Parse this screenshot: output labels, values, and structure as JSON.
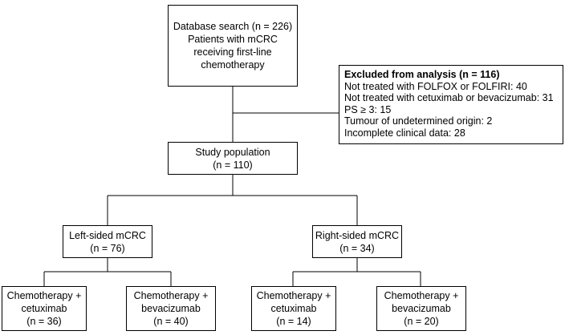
{
  "database": {
    "lines": [
      "Database search (n = 226)",
      "Patients with mCRC",
      "receiving first-line",
      "chemotherapy"
    ]
  },
  "excluded": {
    "title": "Excluded from analysis (n = 116)",
    "items": [
      "Not treated with FOLFOX or FOLFIRI: 40",
      "Not treated with cetuximab or bevacizumab: 31",
      "PS ≥ 3: 15",
      "Tumour of undetermined origin: 2",
      "Incomplete clinical data:  28"
    ]
  },
  "study": {
    "lines": [
      "Study population",
      "(n = 110)"
    ]
  },
  "left": {
    "lines": [
      "Left-sided mCRC",
      "(n = 76)"
    ]
  },
  "right": {
    "lines": [
      "Right-sided mCRC",
      "(n = 34)"
    ]
  },
  "leaves": [
    {
      "lines": [
        "Chemotherapy +",
        "cetuximab",
        "(n = 36)"
      ]
    },
    {
      "lines": [
        "Chemotherapy +",
        "bevacizumab",
        "(n = 40)"
      ]
    },
    {
      "lines": [
        "Chemotherapy +",
        "cetuximab",
        "(n = 14)"
      ]
    },
    {
      "lines": [
        "Chemotherapy +",
        "bevacizumab",
        "(n = 20)"
      ]
    }
  ]
}
